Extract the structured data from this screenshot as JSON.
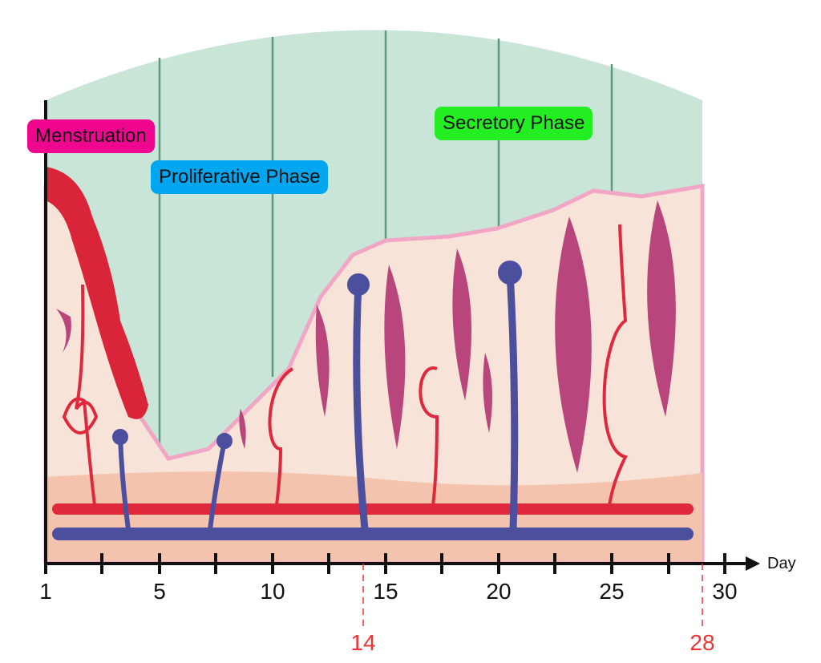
{
  "phases": {
    "menstruation": {
      "label": "Menstruation",
      "color": "#f0058f"
    },
    "proliferative": {
      "label": "Proliferative Phase",
      "color": "#00a6f0"
    },
    "secretory": {
      "label": "Secretory Phase",
      "color": "#22ee22"
    }
  },
  "axis": {
    "label": "Day",
    "ticks": [
      "1",
      "5",
      "10",
      "15",
      "20",
      "25",
      "30"
    ],
    "markers": [
      "14",
      "28"
    ],
    "marker_color": "#e53935"
  },
  "colors": {
    "background": "#c9e5d8",
    "tissue": "#f7e3d8",
    "basal": "#f4c3ae",
    "artery": "#e0283c",
    "vein": "#4b4f9e",
    "gland": "#b8457c"
  }
}
